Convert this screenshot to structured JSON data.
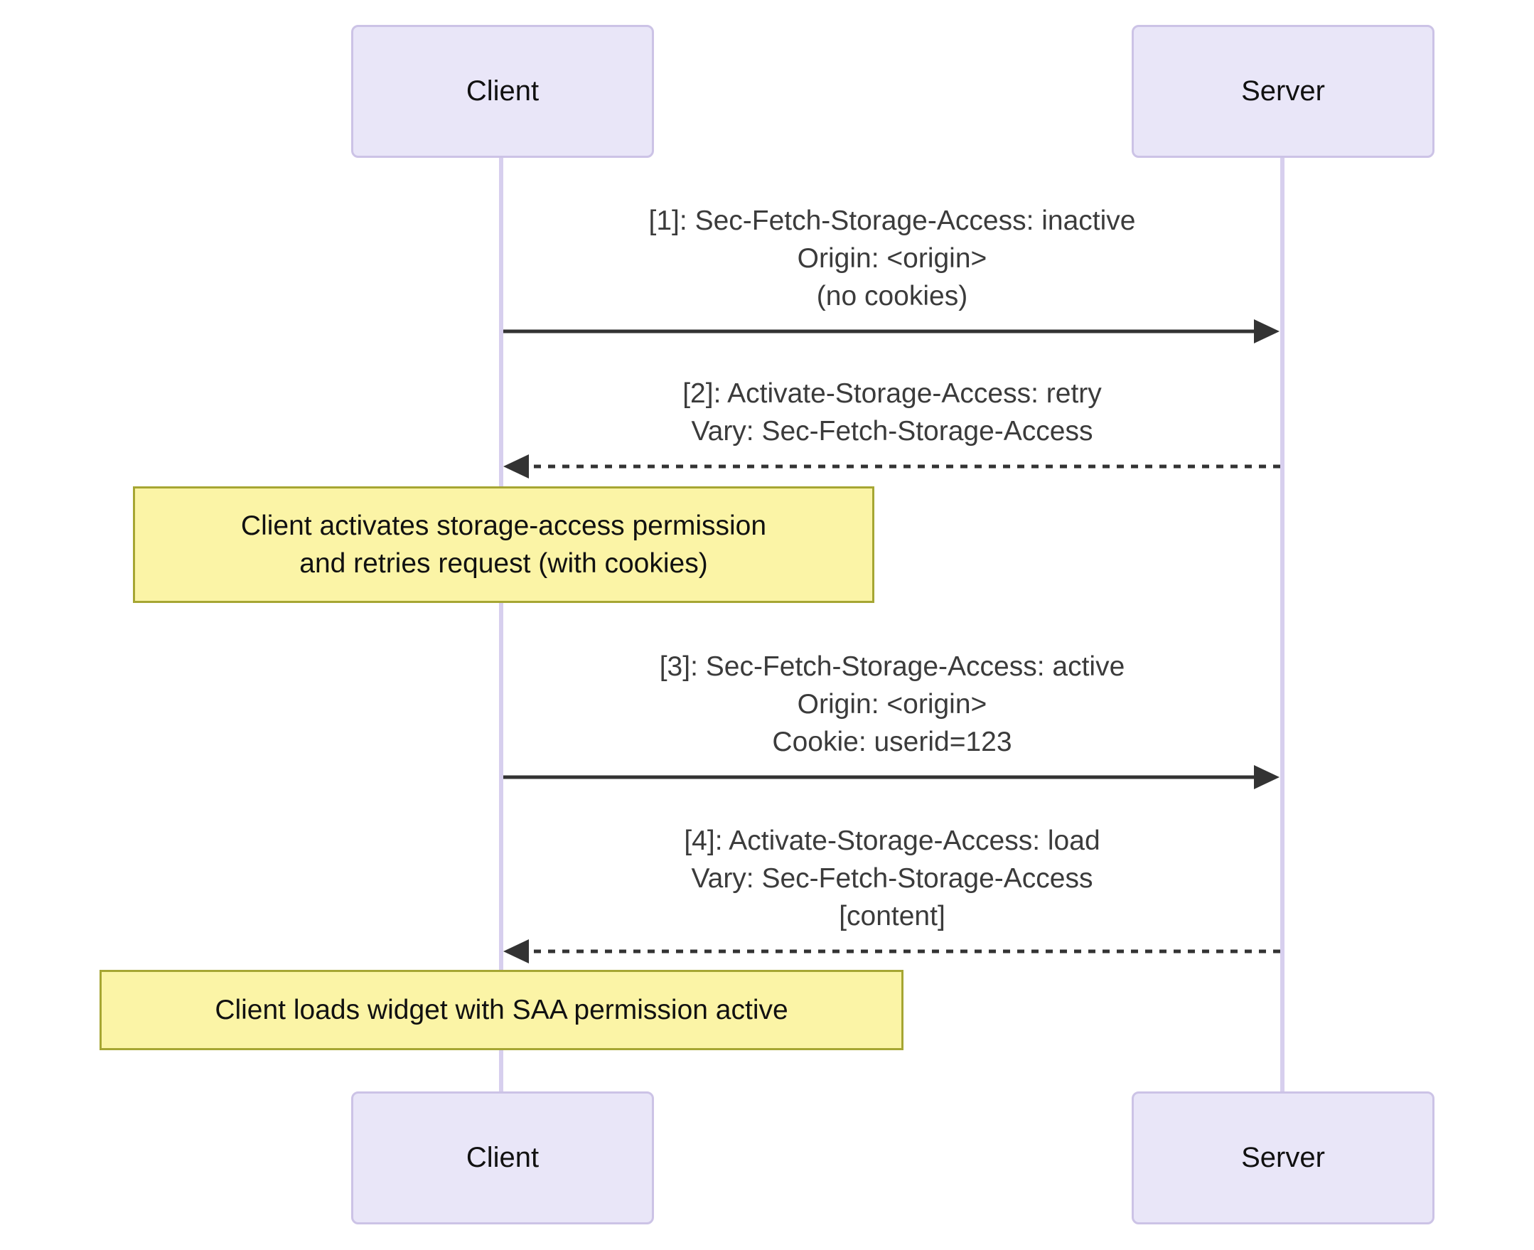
{
  "theme": {
    "bg": "#ffffff",
    "actor-fill": "#e9e6f8",
    "actor-border": "#ccc3e6",
    "lifeline": "#d7cfee",
    "arrow": "#333333",
    "msg-text": "#3b3b3b",
    "note-fill": "#fbf4a6",
    "note-border": "#a6a633",
    "note-text": "#111111",
    "actor-text": "#111111"
  },
  "seq": {
    "type": "sequence-diagram",
    "actors": [
      {
        "id": "client",
        "label": "Client"
      },
      {
        "id": "server",
        "label": "Server"
      }
    ],
    "messages": [
      {
        "from": "client",
        "to": "server",
        "line_style": "solid",
        "direction": "right",
        "lines": [
          "[1]: Sec-Fetch-Storage-Access: inactive",
          "Origin: <origin>",
          "(no cookies)"
        ]
      },
      {
        "from": "server",
        "to": "client",
        "line_style": "dashed",
        "direction": "left",
        "lines": [
          "[2]: Activate-Storage-Access: retry",
          "Vary: Sec-Fetch-Storage-Access"
        ]
      },
      {
        "from": "client",
        "to": "server",
        "line_style": "solid",
        "direction": "right",
        "lines": [
          "[3]: Sec-Fetch-Storage-Access: active",
          "Origin: <origin>",
          "Cookie: userid=123"
        ]
      },
      {
        "from": "server",
        "to": "client",
        "line_style": "dashed",
        "direction": "left",
        "lines": [
          "[4]: Activate-Storage-Access: load",
          "Vary: Sec-Fetch-Storage-Access",
          "[content]"
        ]
      }
    ],
    "notes": [
      {
        "over": "client",
        "lines": [
          "Client activates storage-access permission",
          "and retries request (with cookies)"
        ]
      },
      {
        "over": "client",
        "lines": [
          "Client loads widget with SAA permission active"
        ]
      }
    ]
  }
}
